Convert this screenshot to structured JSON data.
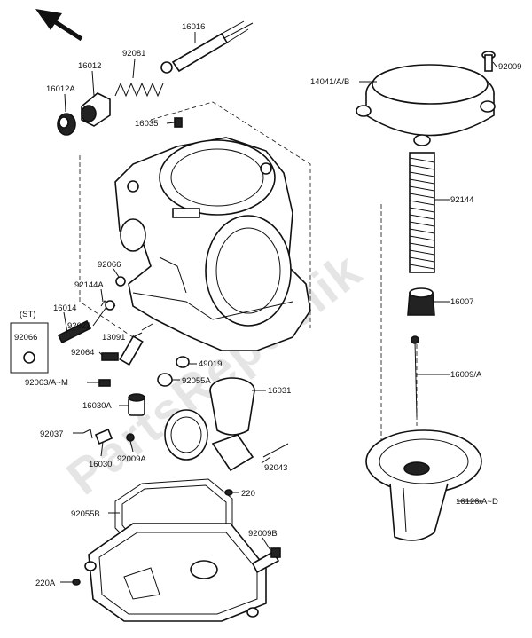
{
  "watermark": "PartsRepublik",
  "st_box": {
    "title": "(ST)",
    "part": "92066"
  },
  "labels": {
    "l16016": "16016",
    "l92081": "92081",
    "l16012": "16012",
    "l16012A": "16012A",
    "l16035": "16035",
    "l14041": "14041/A/B",
    "l92009a": "92009",
    "l92144": "92144",
    "l92066": "92066",
    "l92144A": "92144A",
    "l16014": "16014",
    "l92022": "92022",
    "l13091": "13091",
    "l92064": "92064",
    "l49019": "49019",
    "l92055A": "92055A",
    "l92063": "92063/A~M",
    "l16030A": "16030A",
    "l16031": "16031",
    "l92037": "92037",
    "l16030": "16030",
    "l92009A": "92009A",
    "l92043": "92043",
    "l16007": "16007",
    "l16009": "16009/A",
    "l220": "220",
    "l92055B": "92055B",
    "l92009B": "92009B",
    "l220A": "220A",
    "l16126": "16126/A~D"
  }
}
